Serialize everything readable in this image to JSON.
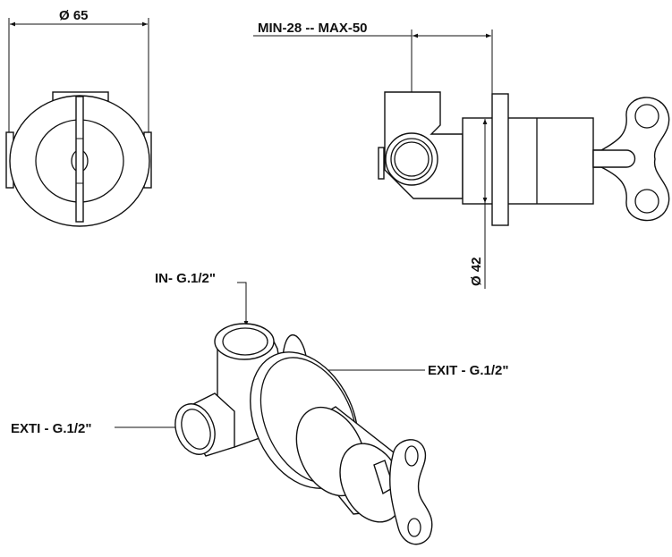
{
  "drawing": {
    "front_view": {
      "diameter_label": "Ø 65"
    },
    "side_view": {
      "depth_label": "MIN-28 -- MAX-50",
      "diameter_label": "Ø 42"
    },
    "iso_view": {
      "inlet_label": "IN- G.1/2\"",
      "exit_label": "EXIT - G.1/2\"",
      "exit2_label": "EXTI - G.1/2\""
    }
  }
}
